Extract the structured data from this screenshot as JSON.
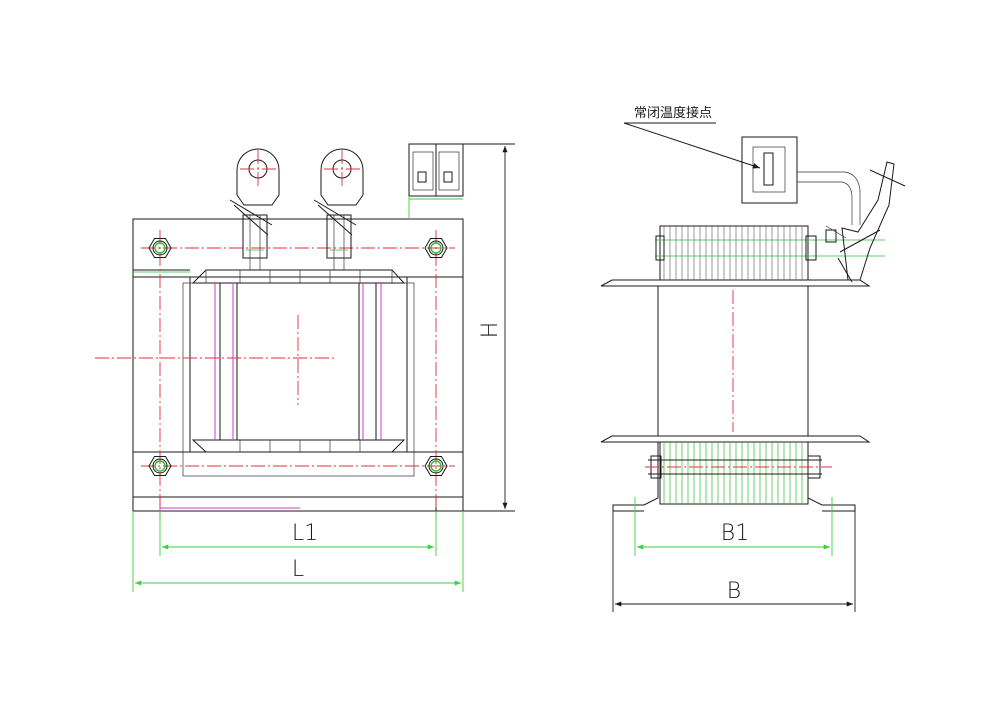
{
  "front_view": {
    "dim_l1": "L1",
    "dim_l": "L",
    "dim_h": "H"
  },
  "side_view": {
    "dim_b1": "B1",
    "dim_b": "B",
    "callout": "常闭温度接点"
  },
  "colors": {
    "outline": "#1a1a1a",
    "centerline": "#e0303a",
    "dimension": "#3bd23b",
    "construction": "#d23ad2"
  }
}
